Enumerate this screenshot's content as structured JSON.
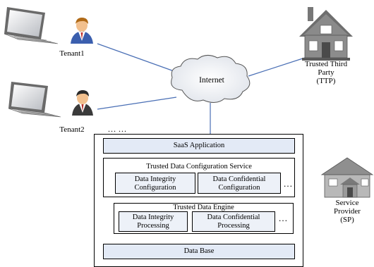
{
  "nodes": {
    "tenant1": "Tenant1",
    "tenant2": "Tenant2",
    "internet": "Internet",
    "ttp_line1": "Trusted Third",
    "ttp_line2": "Party",
    "ttp_line3": "(TTP)",
    "sp_line1": "Service",
    "sp_line2": "Provider",
    "sp_line3": "(SP)",
    "tenant_more": "… …"
  },
  "platform": {
    "saas": "SaaS Application",
    "config_service": "Trusted Data  Configuration Service",
    "integrity_config_1": "Data Integrity",
    "integrity_config_2": "Configuration",
    "confidential_config_1": "Data Confidential",
    "confidential_config_2": "Configuration",
    "engine": "Trusted Data  Engine",
    "integrity_proc_1": "Data Integrity",
    "integrity_proc_2": "Processing",
    "confidential_proc_1": "Data Confidential",
    "confidential_proc_2": "Processing",
    "more": "…",
    "database": "Data Base"
  }
}
